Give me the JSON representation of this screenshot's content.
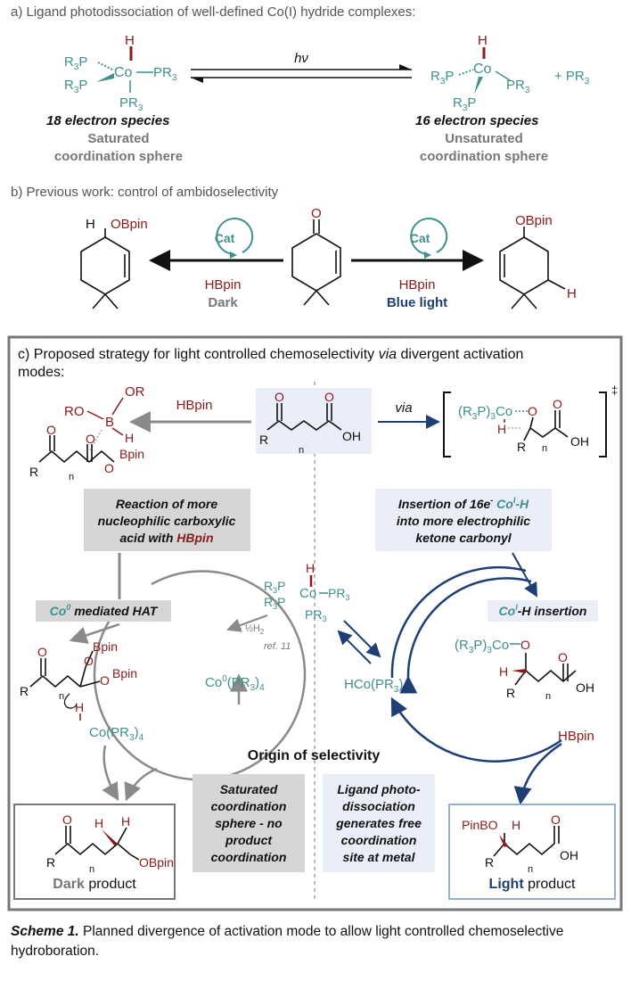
{
  "sectionA": {
    "heading": "a) Ligand photodissociation of well-defined Co(I) hydride complexes:",
    "arrow_label": "hν",
    "left": {
      "species": "18 electron species",
      "sphere1": "Saturated",
      "sphere2": "coordination sphere"
    },
    "right": {
      "species": "16 electron species",
      "sphere1": "Unsaturated",
      "sphere2": "coordination sphere",
      "extra": "+ PR3"
    }
  },
  "sectionB": {
    "heading": "b) Previous work: control of ambidoselectivity",
    "cat": "Cat",
    "left_reagent": "HBpin",
    "left_condition": "Dark",
    "right_reagent": "HBpin",
    "right_condition": "Blue light"
  },
  "sectionC": {
    "heading_line1_a": "c) Proposed strategy for light controlled chemoselectivity ",
    "heading_line1_via": "via",
    "heading_line1_b": " divergent activation",
    "heading_line2": "modes:",
    "hbpin_top": "HBpin",
    "via_label": "via",
    "left_box": [
      "Reaction of more",
      "nucleophilic carboxylic",
      "acid with "
    ],
    "left_box_hbpin": "HBpin",
    "right_box": [
      "Insertion of 16e",
      " Co",
      "-H",
      "into more electrophilic",
      "ketone carbonyl"
    ],
    "hat_label": "Co",
    "hat_label_rest": " mediated HAT",
    "insertion_label": "Co",
    "insertion_label_rest": "-H insertion",
    "half_h2": "- ½H2",
    "ref": "ref. 11",
    "co0": "Co0(PR3)4",
    "hco": "HCo(PR3)3",
    "co_pr3_4": "Co(PR3)4",
    "hbpin_right": "HBpin",
    "origin": "Origin of selectivity",
    "gray_box": [
      "Saturated",
      "coordination",
      "sphere - no",
      "product",
      "coordination"
    ],
    "blue_box": [
      "Ligand photo-",
      "dissociation",
      "generates free",
      "coordination",
      "site at metal"
    ],
    "dark_product_a": "Dark",
    "dark_product_b": " product",
    "light_product_a": "Light",
    "light_product_b": " product"
  },
  "caption": {
    "label": "Scheme 1.",
    "text": " Planned divergence of activation mode to allow light controlled chemoselective hydroboration."
  },
  "colors": {
    "teal": "#3f8f8f",
    "red": "#8b1a1a",
    "navy": "#1e3f75",
    "gray": "#8a8a8a"
  }
}
